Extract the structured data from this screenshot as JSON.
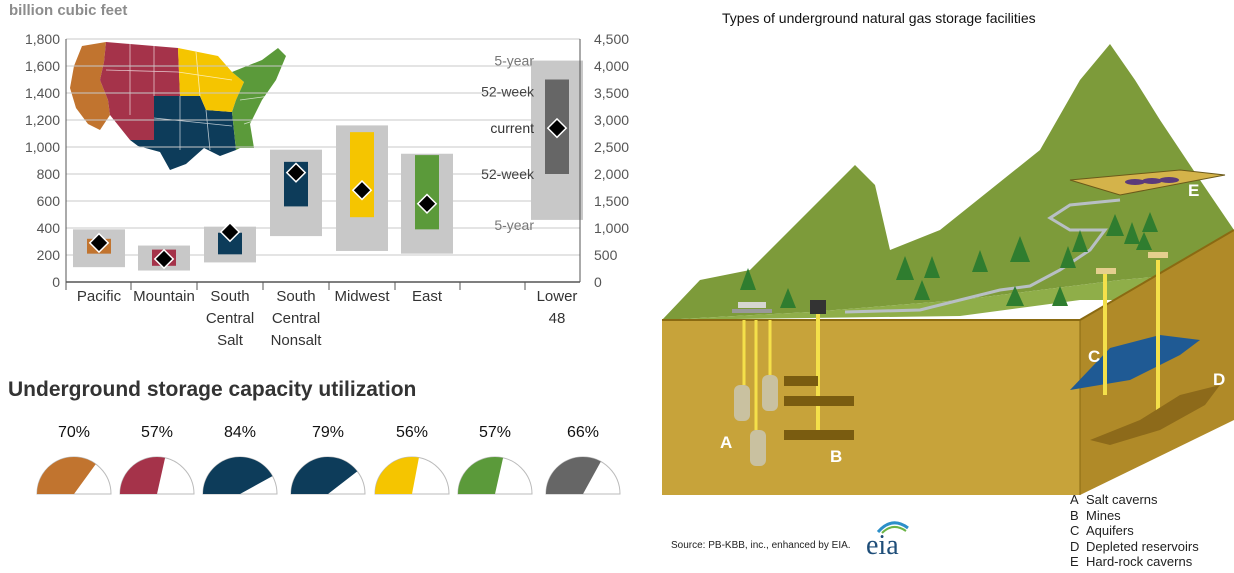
{
  "chart_data": [
    {
      "type": "range-bar",
      "ylabel": "billion cubic feet",
      "left_axis": {
        "ticks": [
          "0",
          "200",
          "400",
          "600",
          "800",
          "1,000",
          "1,200",
          "1,400",
          "1,600",
          "1,800"
        ],
        "lim": [
          0,
          1800
        ]
      },
      "right_axis": {
        "ticks": [
          "0",
          "500",
          "1,000",
          "1,500",
          "2,000",
          "2,500",
          "3,000",
          "3,500",
          "4,000",
          "4,500"
        ],
        "lim": [
          0,
          4500
        ]
      },
      "categories": [
        {
          "label": [
            "Pacific"
          ],
          "axis": "left",
          "color": "#c1742f",
          "five_year": [
            110,
            390
          ],
          "week_52": [
            210,
            320
          ],
          "current": 290
        },
        {
          "label": [
            "Mountain"
          ],
          "axis": "left",
          "color": "#a5334a",
          "five_year": [
            85,
            270
          ],
          "week_52": [
            120,
            240
          ],
          "current": 170
        },
        {
          "label": [
            "South",
            "Central",
            "Salt"
          ],
          "axis": "left",
          "color": "#0d3c5a",
          "five_year": [
            145,
            410
          ],
          "week_52": [
            205,
            365
          ],
          "current": 370
        },
        {
          "label": [
            "South",
            "Central",
            "Nonsalt"
          ],
          "axis": "left",
          "color": "#0d3c5a",
          "five_year": [
            340,
            980
          ],
          "week_52": [
            560,
            890
          ],
          "current": 810
        },
        {
          "label": [
            "Midwest"
          ],
          "axis": "left",
          "color": "#f5c500",
          "five_year": [
            230,
            1160
          ],
          "week_52": [
            480,
            1110
          ],
          "current": 680
        },
        {
          "label": [
            "East"
          ],
          "axis": "left",
          "color": "#5b9a3a",
          "five_year": [
            210,
            950
          ],
          "week_52": [
            390,
            940
          ],
          "current": 580
        },
        {
          "label": [
            "Lower",
            "48"
          ],
          "axis": "right",
          "color": "#666666",
          "five_year": [
            1150,
            4100
          ],
          "week_52": [
            2000,
            3750
          ],
          "current": 2850
        }
      ],
      "annotations": [
        "5-year",
        "52-week",
        "current",
        "52-week",
        "5-year"
      ]
    },
    {
      "type": "gauge",
      "title": "Underground storage capacity utilization",
      "values": [
        {
          "label": "70%",
          "value": 70,
          "color": "#c1742f"
        },
        {
          "label": "57%",
          "value": 57,
          "color": "#a5334a"
        },
        {
          "label": "84%",
          "value": 84,
          "color": "#0d3c5a"
        },
        {
          "label": "79%",
          "value": 79,
          "color": "#0d3c5a"
        },
        {
          "label": "56%",
          "value": 56,
          "color": "#f5c500"
        },
        {
          "label": "57%",
          "value": 57,
          "color": "#5b9a3a"
        },
        {
          "label": "66%",
          "value": 66,
          "color": "#666666"
        }
      ]
    }
  ],
  "diagram": {
    "title": "Types of underground natural gas storage facilities",
    "letters": [
      "A",
      "B",
      "C",
      "D",
      "E"
    ],
    "legend": [
      {
        "key": "A",
        "text": "Salt caverns"
      },
      {
        "key": "B",
        "text": "Mines"
      },
      {
        "key": "C",
        "text": "Aquifers"
      },
      {
        "key": "D",
        "text": "Depleted reservoirs"
      },
      {
        "key": "E",
        "text": "Hard-rock caverns"
      }
    ],
    "source": "Source: PB-KBB, inc., enhanced by EIA.",
    "logo": "eia"
  }
}
